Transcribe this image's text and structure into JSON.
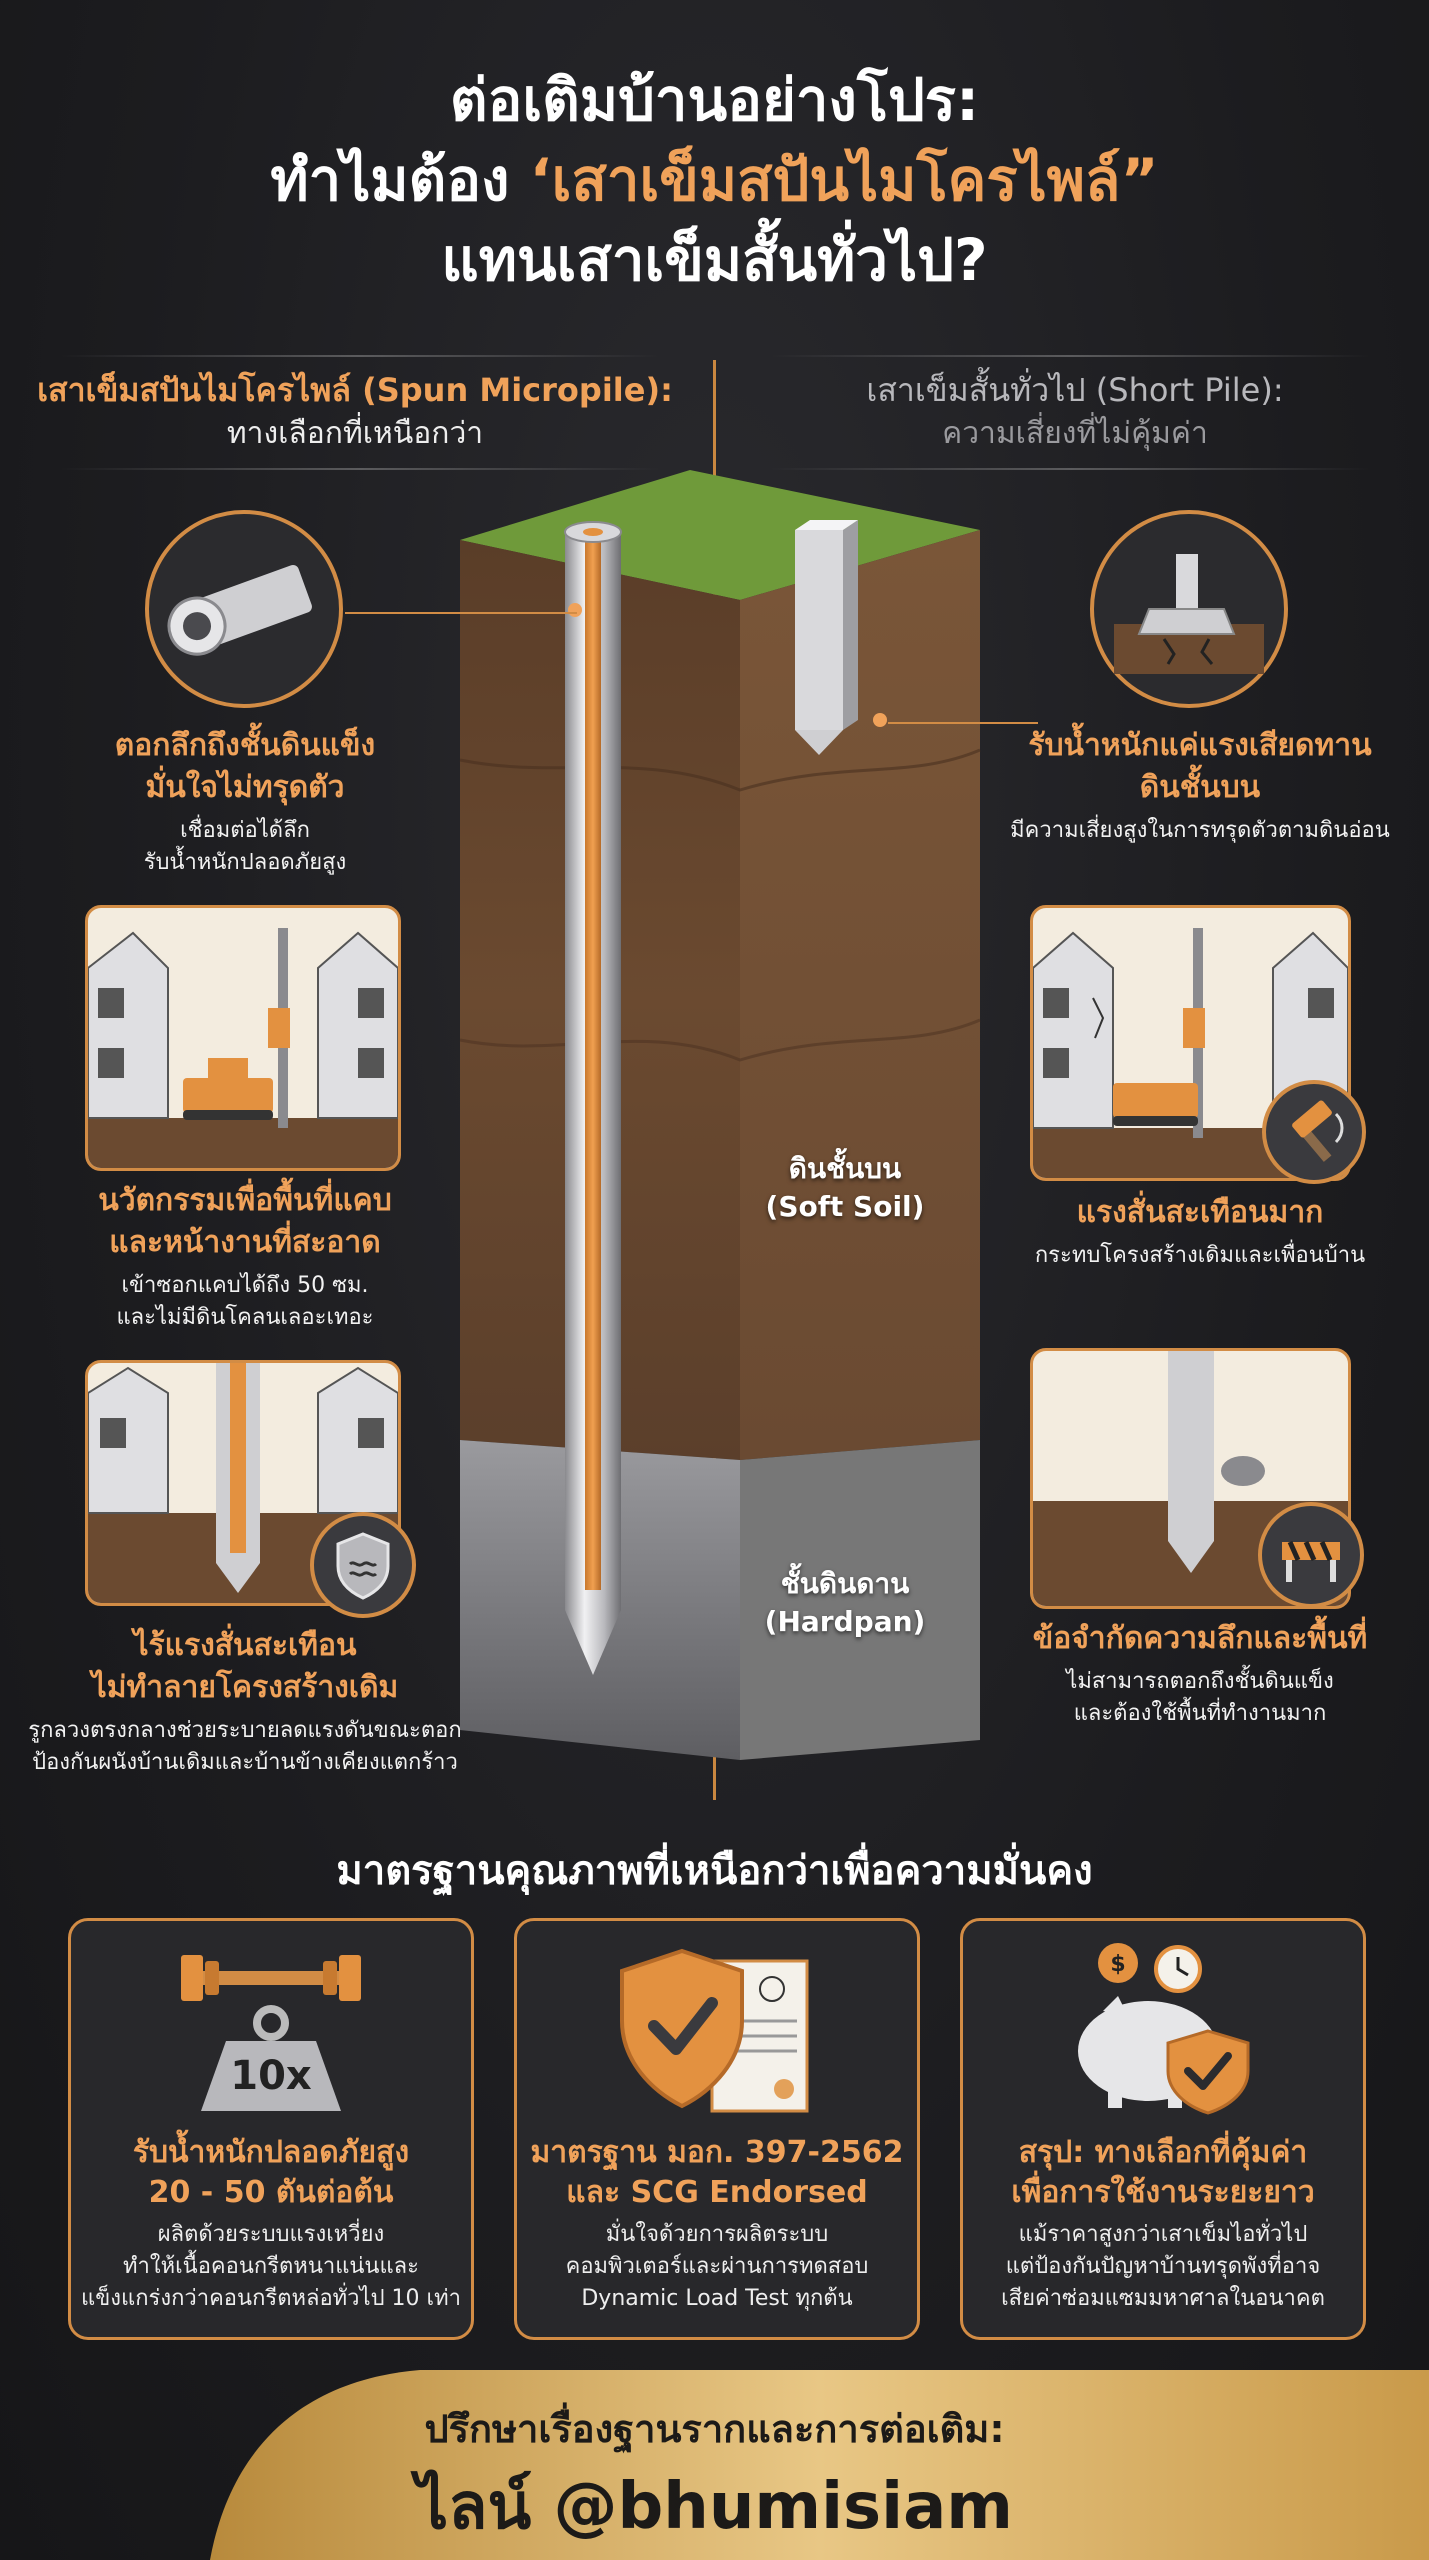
{
  "title": {
    "line1": "ต่อเติมบ้านอย่างโปร:",
    "line2_prefix": "ทำไมต้อง ",
    "line2_highlight": "‘เสาเข็มสปันไมโครไพล์”",
    "line3": "แทนเสาเข็มสั้นทั่วไป?"
  },
  "left_column": {
    "heading": "เสาเข็มสปันไมโครไพล์ (Spun Micropile):",
    "subheading": "ทางเลือกที่เหนือกว่า",
    "features": [
      {
        "title_l1": "ตอกลึกถึงชั้นดินแข็ง",
        "title_l2": "มั่นใจไม่ทรุดตัว",
        "desc_l1": "เชื่อมต่อได้ลึก",
        "desc_l2": "รับน้ำหนักปลอดภัยสูง"
      },
      {
        "title_l1": "นวัตกรรมเพื่อพื้นที่แคบ",
        "title_l2": "และหน้างานที่สะอาด",
        "desc_l1": "เข้าซอกแคบได้ถึง 50 ซม.",
        "desc_l2": "และไม่มีดินโคลนเลอะเทอะ"
      },
      {
        "title_l1": "ไร้แรงสั่นสะเทือน",
        "title_l2": "ไม่ทำลายโครงสร้างเดิม",
        "desc_l1": "รูกลวงตรงกลางช่วยระบายลดแรงดันขณะตอก",
        "desc_l2": "ป้องกันผนังบ้านเดิมและบ้านข้างเคียงแตกร้าว"
      }
    ]
  },
  "right_column": {
    "heading": "เสาเข็มสั้นทั่วไป (Short Pile):",
    "subheading": "ความเสี่ยงที่ไม่คุ้มค่า",
    "features": [
      {
        "title_l1": "รับน้ำหนักแค่แรงเสียดทาน",
        "title_l2": "ดินชั้นบน",
        "desc_l1": "มีความเสี่ยงสูงในการทรุดตัวตามดินอ่อน"
      },
      {
        "title_l1": "แรงสั่นสะเทือนมาก",
        "desc_l1": "กระทบโครงสร้างเดิมและเพื่อนบ้าน"
      },
      {
        "title_l1": "ข้อจำกัดความลึกและพื้นที่",
        "desc_l1": "ไม่สามารถตอกถึงชั้นดินแข็ง",
        "desc_l2": "และต้องใช้พื้นที่ทำงานมาก"
      }
    ]
  },
  "soil": {
    "soft_l1": "ดินชั้นบน",
    "soft_l2": "(Soft Soil)",
    "hard_l1": "ชั้นดินดาน",
    "hard_l2": "(Hardpan)"
  },
  "standards": {
    "title": "มาตรฐานคุณภาพที่เหนือกว่าเพื่อความมั่นคง",
    "cards": [
      {
        "badge": "10x",
        "title_l1": "รับน้ำหนักปลอดภัยสูง",
        "title_l2": "20 - 50 ตันต่อต้น",
        "desc_l1": "ผลิตด้วยระบบแรงเหวี่ยง",
        "desc_l2": "ทำให้เนื้อคอนกรีตหนาแน่นและ",
        "desc_l3": "แข็งแกร่งกว่าคอนกรีตหล่อทั่วไป 10 เท่า"
      },
      {
        "title_l1": "มาตรฐาน มอก. 397-2562",
        "title_l2": "และ SCG Endorsed",
        "desc_l1": "มั่นใจด้วยการผลิตระบบ",
        "desc_l2": "คอมพิวเตอร์และผ่านการทดสอบ",
        "desc_l3": "Dynamic Load Test ทุกต้น"
      },
      {
        "title_l1": "สรุป: ทางเลือกที่คุ้มค่า",
        "title_l2": "เพื่อการใช้งานระยะยาว",
        "desc_l1": "แม้ราคาสูงกว่าเสาเข็มไอทั่วไป",
        "desc_l2": "แต่ป้องกันปัญหาบ้านทรุดพังที่อาจ",
        "desc_l3": "เสียค่าซ่อมแซมมหาศาลในอนาคต"
      }
    ]
  },
  "footer": {
    "line1": "ปรึกษาเรื่องฐานรากและการต่อเติม:",
    "line2": "ไลน์ @bhumisiam"
  },
  "colors": {
    "accent": "#f0a25a",
    "border": "#d28c45",
    "background": "#1c1c1f",
    "grass": "#6f9a3a",
    "soil": "#6b4a30",
    "hardpan": "#8a8a8e"
  }
}
